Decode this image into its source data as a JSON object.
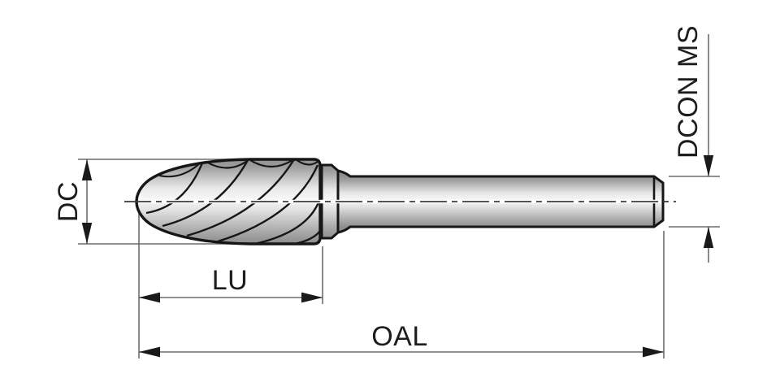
{
  "diagram": {
    "labels": {
      "dc": "DC",
      "lu": "LU",
      "oal": "OAL",
      "dcon_ms": "DCON MS"
    },
    "colors": {
      "background": "#ffffff",
      "part_outline": "#161616",
      "dimension_line": "#6d6d6d",
      "arrowhead": "#1a1a1a",
      "label_text": "#1d1d1d",
      "metal_highlight": "#f7f7f7",
      "metal_shadow": "#8c8c8c"
    }
  }
}
